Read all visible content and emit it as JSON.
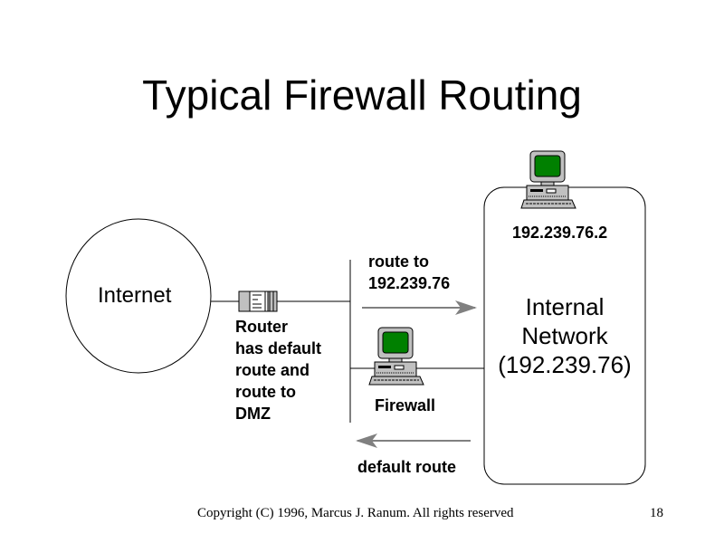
{
  "title": "Typical Firewall Routing",
  "internet_label": "Internet",
  "router_label": [
    "Router",
    "has default",
    "route and",
    "route to",
    "DMZ"
  ],
  "route_to_label": [
    "route to",
    "192.239.76"
  ],
  "firewall_label": "Firewall",
  "host_ip": "192.239.76.2",
  "internal_network_label": [
    "Internal",
    "Network",
    "(192.239.76)"
  ],
  "default_route_label": "default route",
  "footer": {
    "copyright": "Copyright (C) 1996, Marcus J. Ranum. All rights reserved",
    "page_number": "18"
  },
  "colors": {
    "screen": "#008000",
    "arrow": "#808080",
    "case": "#c0c0c0"
  }
}
